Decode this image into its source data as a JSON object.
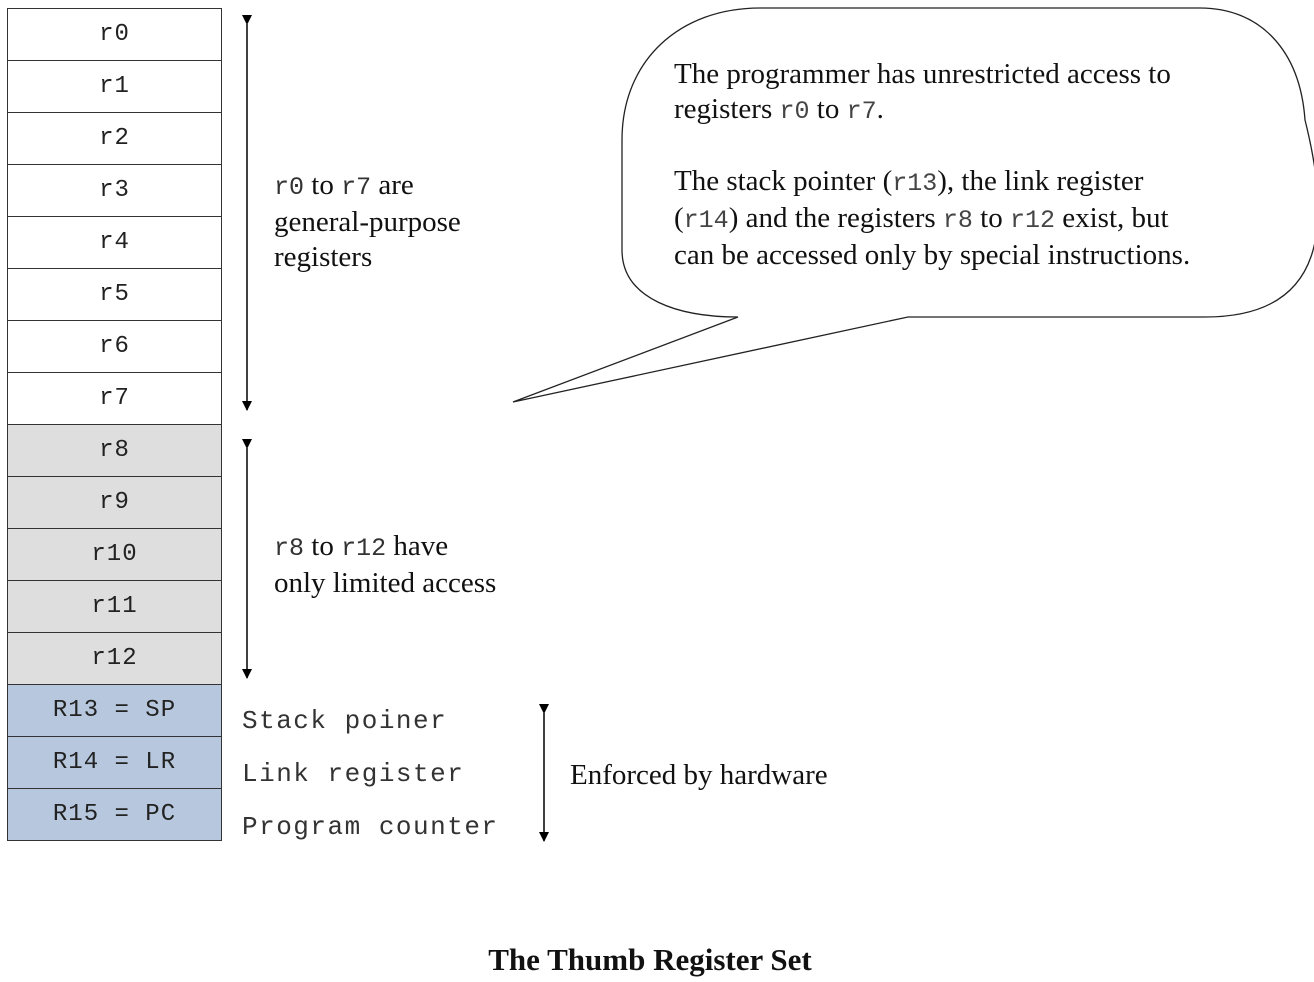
{
  "registers": {
    "general": [
      "r0",
      "r1",
      "r2",
      "r3",
      "r4",
      "r5",
      "r6",
      "r7"
    ],
    "limited": [
      "r8",
      "r9",
      "r10",
      "r11",
      "r12"
    ],
    "special": [
      "R13 = SP",
      "R14 = LR",
      "R15 = PC"
    ]
  },
  "special_labels": [
    "Stack poiner",
    "Link register",
    "Program counter"
  ],
  "general_label": {
    "from": "r0",
    "to_word": "to",
    "to": "r7",
    "suffix": "are",
    "line2": "general-purpose",
    "line3": "registers"
  },
  "limited_label": {
    "from": "r8",
    "to_word": "to",
    "to": "r12",
    "suffix": "have",
    "line2": "only limited access"
  },
  "hardware_label": "Enforced by hardware",
  "callout": {
    "p1_a": "The programmer has unrestricted access to",
    "p1_b": "registers",
    "p1_r0": "r0",
    "p1_to": "to",
    "p1_r7": "r7",
    "p1_end": ".",
    "p2_a": "The stack pointer (",
    "p2_r13": "r13",
    "p2_b": "), the link register",
    "p2_c": "(",
    "p2_r14": "r14",
    "p2_d": ") and the registers",
    "p2_r8": "r8",
    "p2_to": "to",
    "p2_r12": "r12",
    "p2_e": "exist, but",
    "p2_f": "can be accessed only by special instructions."
  },
  "caption": "The Thumb Register Set",
  "colors": {
    "general_fill": "#ffffff",
    "limited_fill": "#dedede",
    "special_fill": "#b7c8de"
  }
}
